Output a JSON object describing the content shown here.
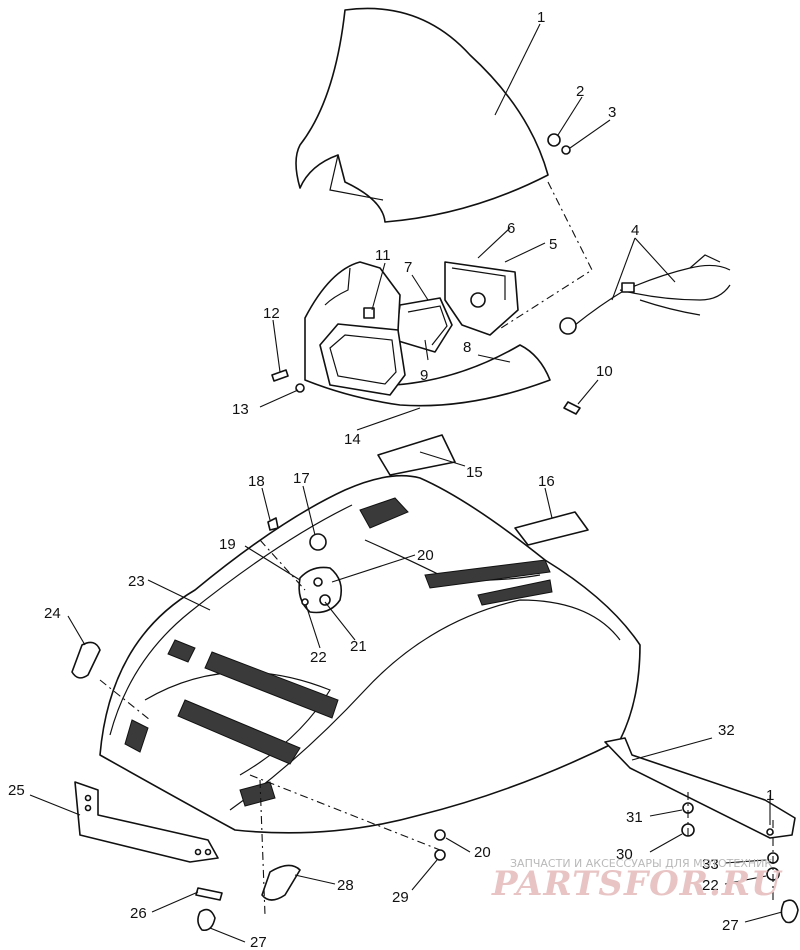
{
  "diagram": {
    "kind": "exploded parts diagram"
  },
  "callouts": [
    "1",
    "2",
    "3",
    "4",
    "5",
    "6",
    "7",
    "8",
    "9",
    "10",
    "11",
    "12",
    "13",
    "14",
    "15",
    "16",
    "17",
    "18",
    "19",
    "20",
    "21",
    "22",
    "23",
    "24",
    "25",
    "26",
    "27",
    "28",
    "29",
    "20",
    "32",
    "31",
    "30",
    "1",
    "33",
    "22",
    "27"
  ],
  "watermark": {
    "caption": "ЗАПЧАСТИ И АКСЕССУАРЫ ДЛЯ МОТОТЕХНИК",
    "logo": "PARTSFOR.RU",
    "color": "#e8c4c4"
  }
}
